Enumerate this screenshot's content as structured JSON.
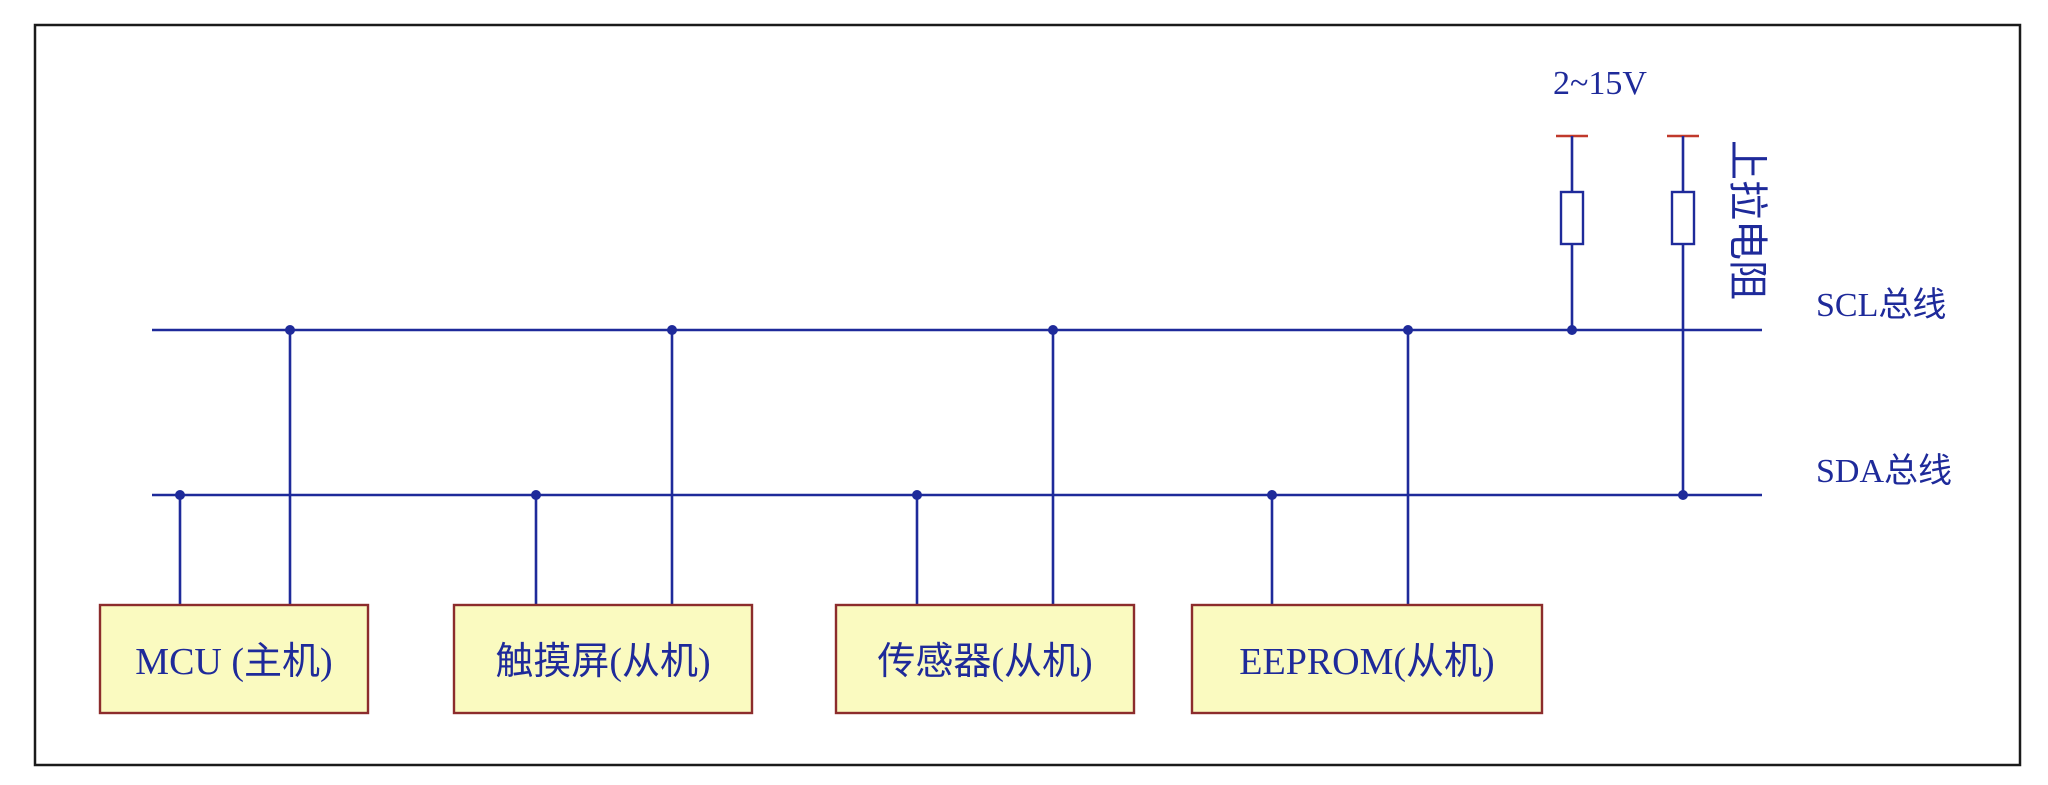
{
  "voltage_label": "2~15V",
  "pullup_label": "上拉电阻",
  "buses": {
    "scl": "SCL总线",
    "sda": "SDA总线"
  },
  "devices": [
    {
      "label": "MCU (主机)"
    },
    {
      "label": "触摸屏(从机)"
    },
    {
      "label": "传感器(从机)"
    },
    {
      "label": "EEPROM(从机)"
    }
  ],
  "colors": {
    "wire": "#1e2a9a",
    "device_fill": "#fafac0",
    "device_border": "#8c2c2c",
    "supply_mark": "#c0392b",
    "frame": "#1a1a1a"
  }
}
